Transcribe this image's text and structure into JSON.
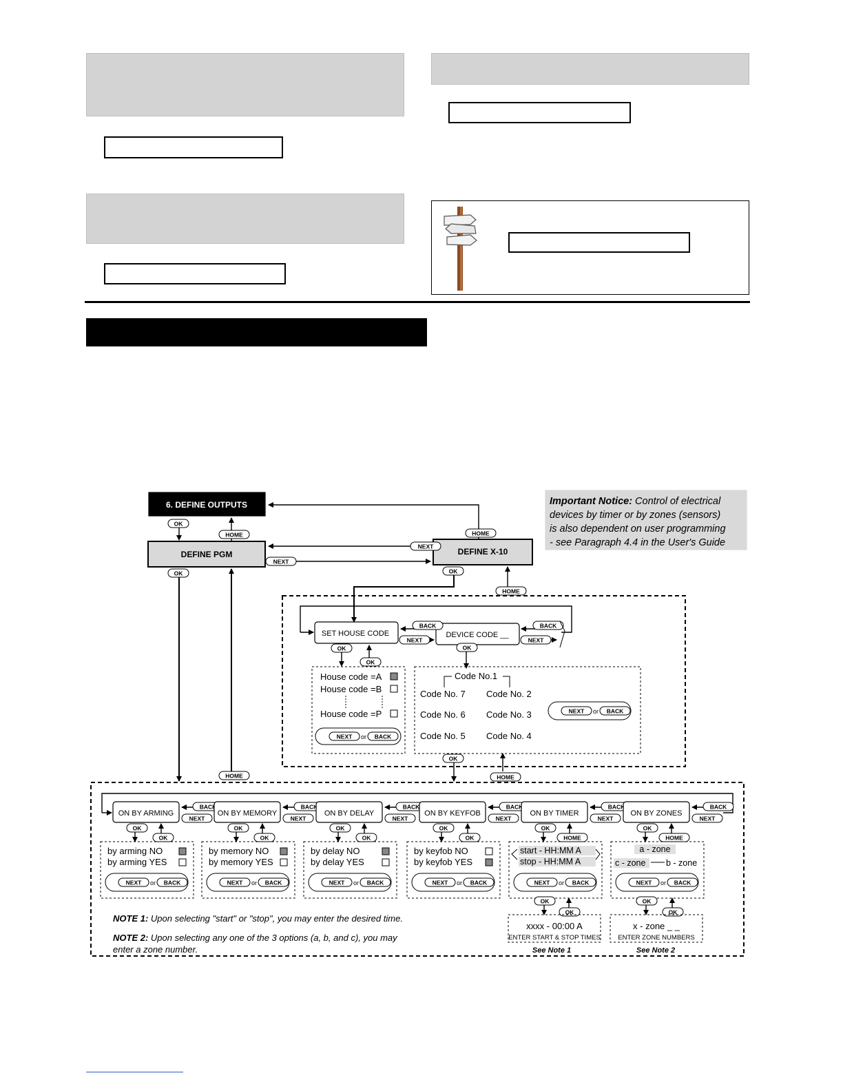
{
  "diagram": {
    "notice": {
      "bold": "Important Notice:",
      "lines": [
        " Control of electrical",
        "devices by timer or by zones (sensors)",
        "is also dependent on user programming",
        "- see Paragraph 4.4 in the User's Guide"
      ]
    },
    "menus": {
      "define_outputs": "6. DEFINE OUTPUTS",
      "define_pgm": "DEFINE PGM",
      "define_x10": "DEFINE X-10",
      "set_house_code": "SET HOUSE CODE",
      "device_code": "DEVICE CODE __"
    },
    "buttons": {
      "ok": "OK",
      "home": "HOME",
      "next": "NEXT",
      "back": "BACK",
      "or": "or"
    },
    "house_codes": [
      "House code =A",
      "House code =B",
      "House code =P"
    ],
    "device_codes": [
      "Code No.1",
      "Code No. 2",
      "Code No. 3",
      "Code No. 4",
      "Code No. 5",
      "Code No. 6",
      "Code No. 7"
    ],
    "modes": [
      {
        "title": "ON BY ARMING",
        "opts": [
          "by arming NO",
          "by arming YES"
        ]
      },
      {
        "title": "ON BY MEMORY",
        "opts": [
          "by memory NO",
          "by memory YES"
        ]
      },
      {
        "title": "ON BY DELAY",
        "opts": [
          "by delay NO",
          "by delay YES"
        ]
      },
      {
        "title": "ON BY KEYFOB",
        "opts": [
          "by keyfob NO",
          "by keyfob YES"
        ]
      },
      {
        "title": "ON BY TIMER",
        "opts": [
          "start -  HH:MM A",
          "stop -  HH:MM A"
        ]
      },
      {
        "title": "ON BY ZONES",
        "opts": [
          "a - zone",
          "c - zone",
          "b - zone"
        ]
      }
    ],
    "timer_entry": {
      "value": "xxxx -      00:00 A",
      "label": "ENTER START & STOP TIMES",
      "see": "See Note 1"
    },
    "zone_entry": {
      "value": "x - zone      _ _",
      "label": "ENTER ZONE NUMBERS",
      "see": "See Note 2"
    },
    "notes": [
      {
        "bold": "NOTE 1:",
        "text": " Upon selecting \"start\" or \"stop\", you may enter the desired time."
      },
      {
        "bold": "NOTE 2:",
        "text": " Upon selecting any one of the 3 options (a, b, and c), you may"
      },
      {
        "bold": "",
        "text": "enter a zone number."
      }
    ]
  }
}
